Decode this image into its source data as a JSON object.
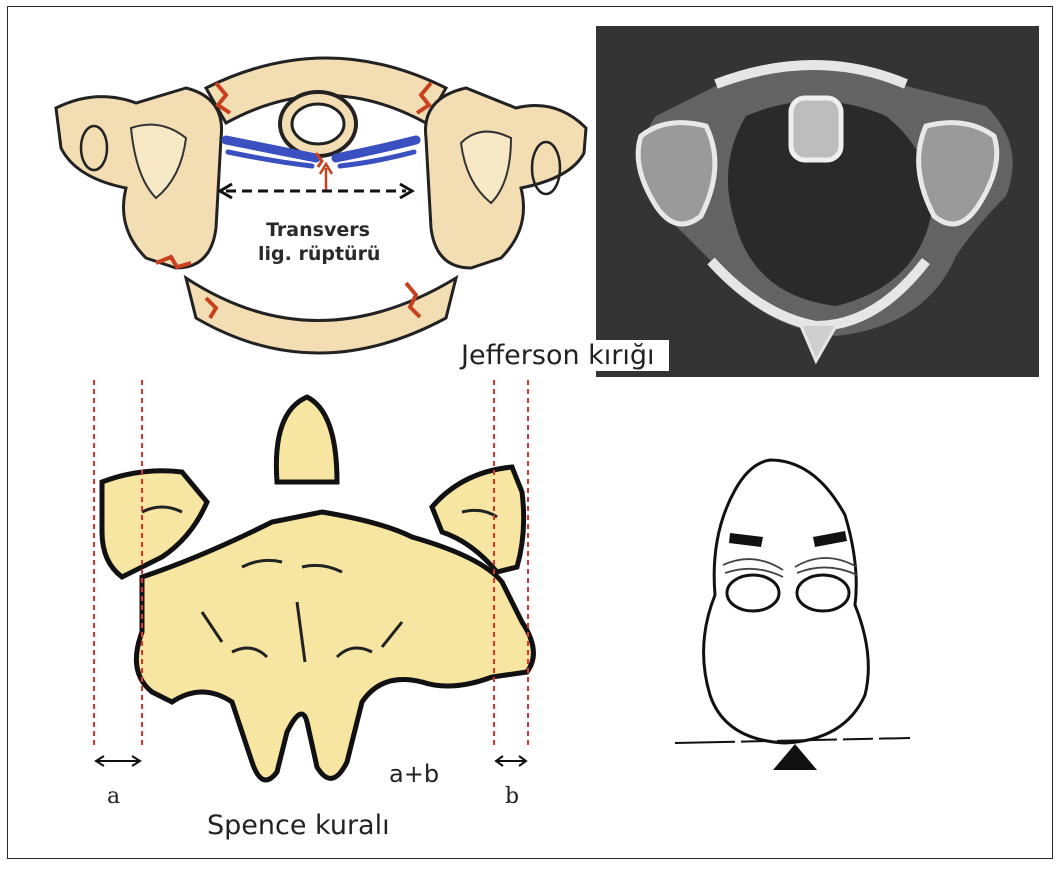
{
  "figure": {
    "jefferson": {
      "ligament_label_line1": "Transvers",
      "ligament_label_line2": "lig. rüptürü",
      "caption": "Jefferson kırığı"
    },
    "spence": {
      "label_a": "a",
      "label_b": "b",
      "label_sum": "a+b",
      "caption": "Spence kuralı"
    }
  },
  "colors": {
    "bone_fill": "#f3deb4",
    "axis_fill": "#f6e6a2",
    "ligament_blue": "#3a4fc0",
    "fracture_red": "#c8401e",
    "guide_red": "#e03030",
    "ct_background": "#3a3a3a",
    "frame_border": "#2b2b2b"
  }
}
